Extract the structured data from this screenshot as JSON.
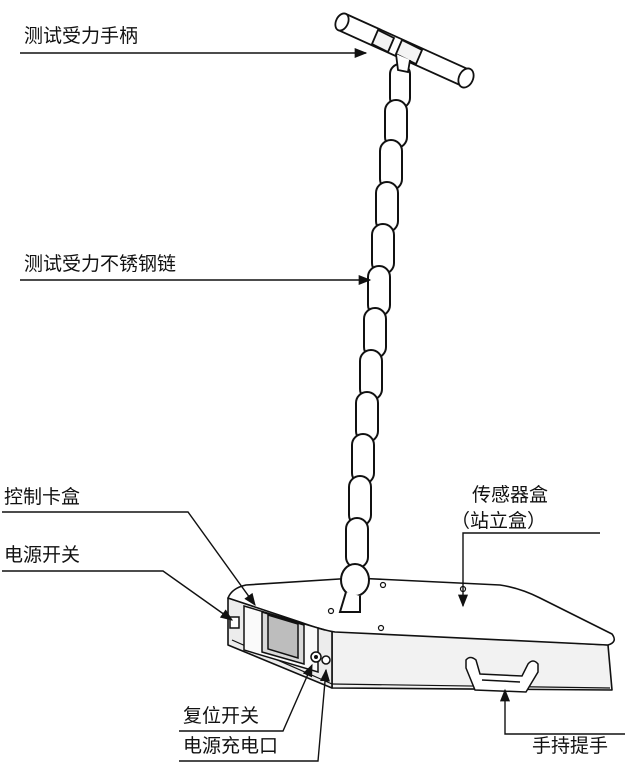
{
  "labels": {
    "handle": "测试受力手柄",
    "chain": "测试受力不锈钢链",
    "control_box": "控制卡盒",
    "power_switch": "电源开关",
    "sensor_box_line1": "传感器盒",
    "sensor_box_line2": "（站立盒）",
    "reset_switch": "复位开关",
    "charge_port": "电源充电口",
    "carry_handle": "手持提手"
  },
  "colors": {
    "line": "#111111",
    "fill": "#ffffff",
    "shade": "#dcdcdc"
  }
}
